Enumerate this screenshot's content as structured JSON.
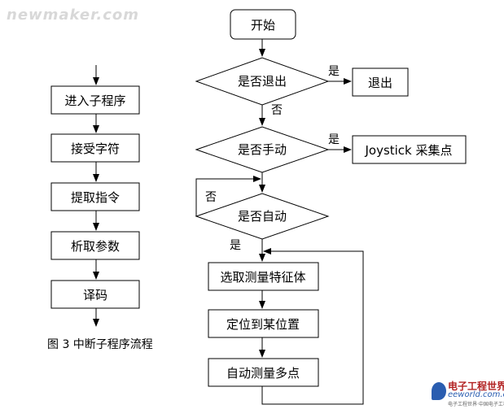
{
  "watermark": "newmaker.com",
  "left_flow": {
    "steps": [
      "进入子程序",
      "接受字符",
      "提取指令",
      "析取参数",
      "译码"
    ],
    "caption": "图 3  中断子程序流程"
  },
  "right_flow": {
    "start": "开始",
    "decision_exit": "是否退出",
    "exit_box": "退出",
    "decision_manual": "是否手动",
    "joystick_box": "Joystick 采集点",
    "decision_auto": "是否自动",
    "process_1": "选取测量特征体",
    "process_2": "定位到某位置",
    "process_3": "自动测量多点",
    "yes_label": "是",
    "no_label": "否"
  },
  "logo": {
    "line1": "电子工程世界",
    "line2": "eeworld.com.cn",
    "line3": "电子工程世界·中国电子工程师社区"
  }
}
